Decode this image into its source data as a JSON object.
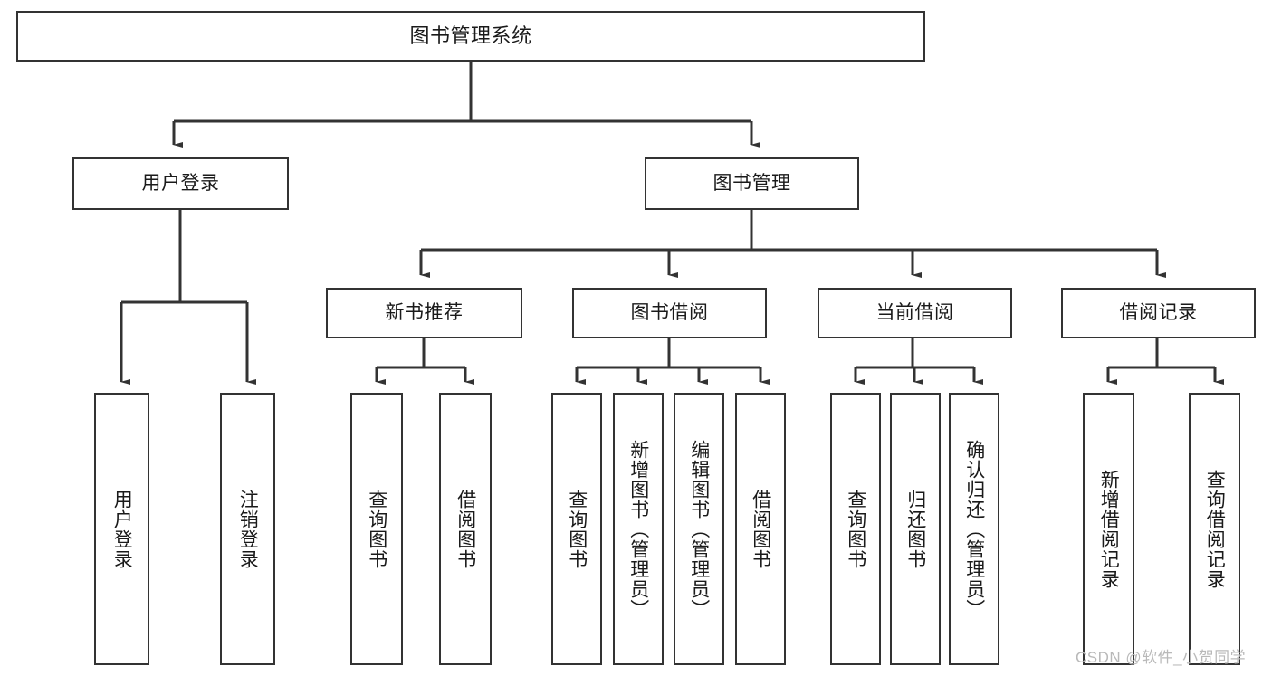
{
  "diagram": {
    "title": "图书管理系统",
    "type": "tree-hierarchy",
    "watermark": "CSDN @软件_小贺同学",
    "colors": {
      "stroke": "#333333",
      "fill": "#ffffff",
      "text": "#1a1a1a",
      "watermark": "#b9b9b9"
    }
  },
  "nodes": {
    "root": {
      "label": "图书管理系统"
    },
    "level2": [
      {
        "id": "user-login",
        "label": "用户登录"
      },
      {
        "id": "book-manage",
        "label": "图书管理"
      }
    ],
    "level3": [
      {
        "id": "new-book-recommend",
        "label": "新书推荐"
      },
      {
        "id": "book-borrow",
        "label": "图书借阅"
      },
      {
        "id": "current-borrow",
        "label": "当前借阅"
      },
      {
        "id": "borrow-record",
        "label": "借阅记录"
      }
    ],
    "leaves": {
      "user-login": [
        {
          "id": "leaf-user-login",
          "label": "用户登录"
        },
        {
          "id": "leaf-logout",
          "label": "注销登录"
        }
      ],
      "new-book-recommend": [
        {
          "id": "leaf-query-book-1",
          "label": "查询图书"
        },
        {
          "id": "leaf-borrow-book-1",
          "label": "借阅图书"
        }
      ],
      "book-borrow": [
        {
          "id": "leaf-query-book-2",
          "label": "查询图书"
        },
        {
          "id": "leaf-add-book",
          "label": "新增图书（管理员）"
        },
        {
          "id": "leaf-edit-book",
          "label": "编辑图书（管理员）"
        },
        {
          "id": "leaf-borrow-book-2",
          "label": "借阅图书"
        }
      ],
      "current-borrow": [
        {
          "id": "leaf-query-book-3",
          "label": "查询图书"
        },
        {
          "id": "leaf-return-book",
          "label": "归还图书"
        },
        {
          "id": "leaf-confirm-return",
          "label": "确认归还（管理员）"
        }
      ],
      "borrow-record": [
        {
          "id": "leaf-add-record",
          "label": "新增借阅记录"
        },
        {
          "id": "leaf-query-record",
          "label": "查询借阅记录"
        }
      ]
    }
  }
}
